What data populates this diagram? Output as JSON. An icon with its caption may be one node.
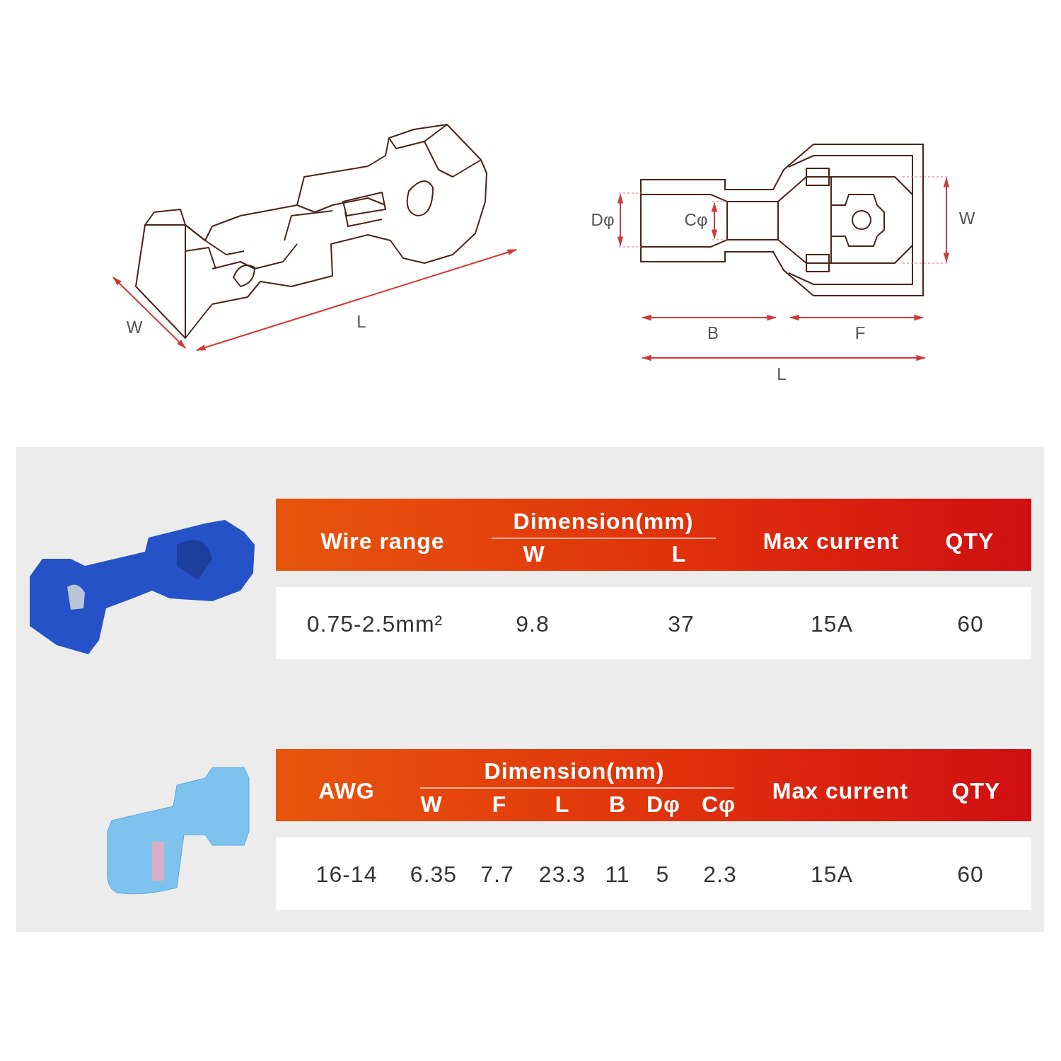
{
  "diagram": {
    "labels": [
      "W",
      "L",
      "Dφ",
      "Cφ",
      "W",
      "B",
      "F",
      "L",
      "Wire range",
      "Dimension(mm)",
      "W",
      "L",
      "Max current",
      "QTY",
      "0.75-2.5mm²",
      "9.8",
      "37",
      "15A",
      "60",
      "AWG",
      "Dimension(mm)",
      "W",
      "F",
      "L",
      "B",
      "Dφ",
      "Cφ",
      "Max current",
      "QTY",
      "16-14",
      "6.35",
      "7.7",
      "23.3",
      "11",
      "5",
      "2.3",
      "15A",
      "60"
    ]
  }
}
